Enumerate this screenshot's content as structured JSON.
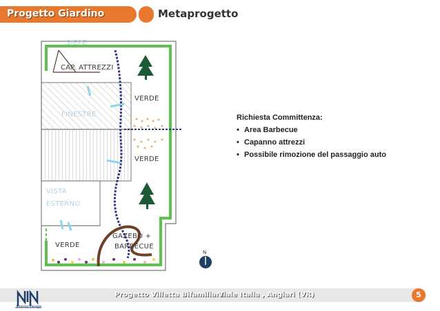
{
  "header": {
    "section_label": "Progetto Giardino",
    "title": "Metaprogetto"
  },
  "plan": {
    "labels": {
      "siepe": "SIEPE",
      "capanno": "CAP. ATTREZZI",
      "finestre": "FINESTRE",
      "verde_top": "VERDE",
      "verde_mid": "VERDE",
      "vista_1": "VISTA",
      "vista_2": "ESTERNO",
      "gazebo_1": "GAZEBO +",
      "gazebo_2": "BARBECUE",
      "verde_bottom": "VERDE"
    },
    "north_label": "N"
  },
  "requirements": {
    "title": "Richiesta Committenza:",
    "items": [
      " Area Barbecue",
      "Capanno attrezzi",
      "Possibile rimozione del passaggio auto"
    ]
  },
  "footer": {
    "project": "Progetto Villetta Bifamiliare",
    "address": "Viale Italia , Angiari (VR)",
    "page_number": "5",
    "logo_text": "Interior Design"
  },
  "colors": {
    "accent": "#e9782f",
    "hedge": "#5bc24b",
    "path": "#2f3680",
    "tree": "#1c5a35"
  }
}
